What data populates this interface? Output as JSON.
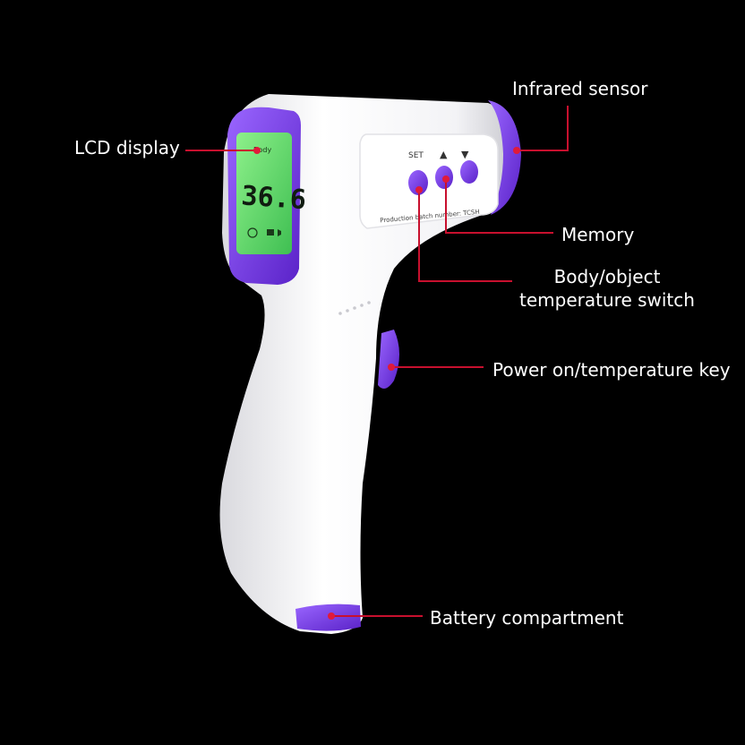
{
  "callouts": {
    "lcd_display": "LCD display",
    "infrared_sensor": "Infrared sensor",
    "memory": "Memory",
    "body_object_switch_line1": "Body/object",
    "body_object_switch_line2": "temperature switch",
    "power_key": "Power on/temperature key",
    "battery": "Battery compartment"
  },
  "device": {
    "lcd_reading": "36.6",
    "lcd_mode": "Body",
    "button_set": "SET",
    "button_up": "▲",
    "button_down": "▼",
    "panel_text": "Production batch number: TCSH"
  },
  "colors": {
    "background": "#000000",
    "leader": "#c8102e",
    "accent_purple": "#7b3fe4",
    "lcd_green": "#6ee06a",
    "body_white": "#f4f4f6"
  }
}
